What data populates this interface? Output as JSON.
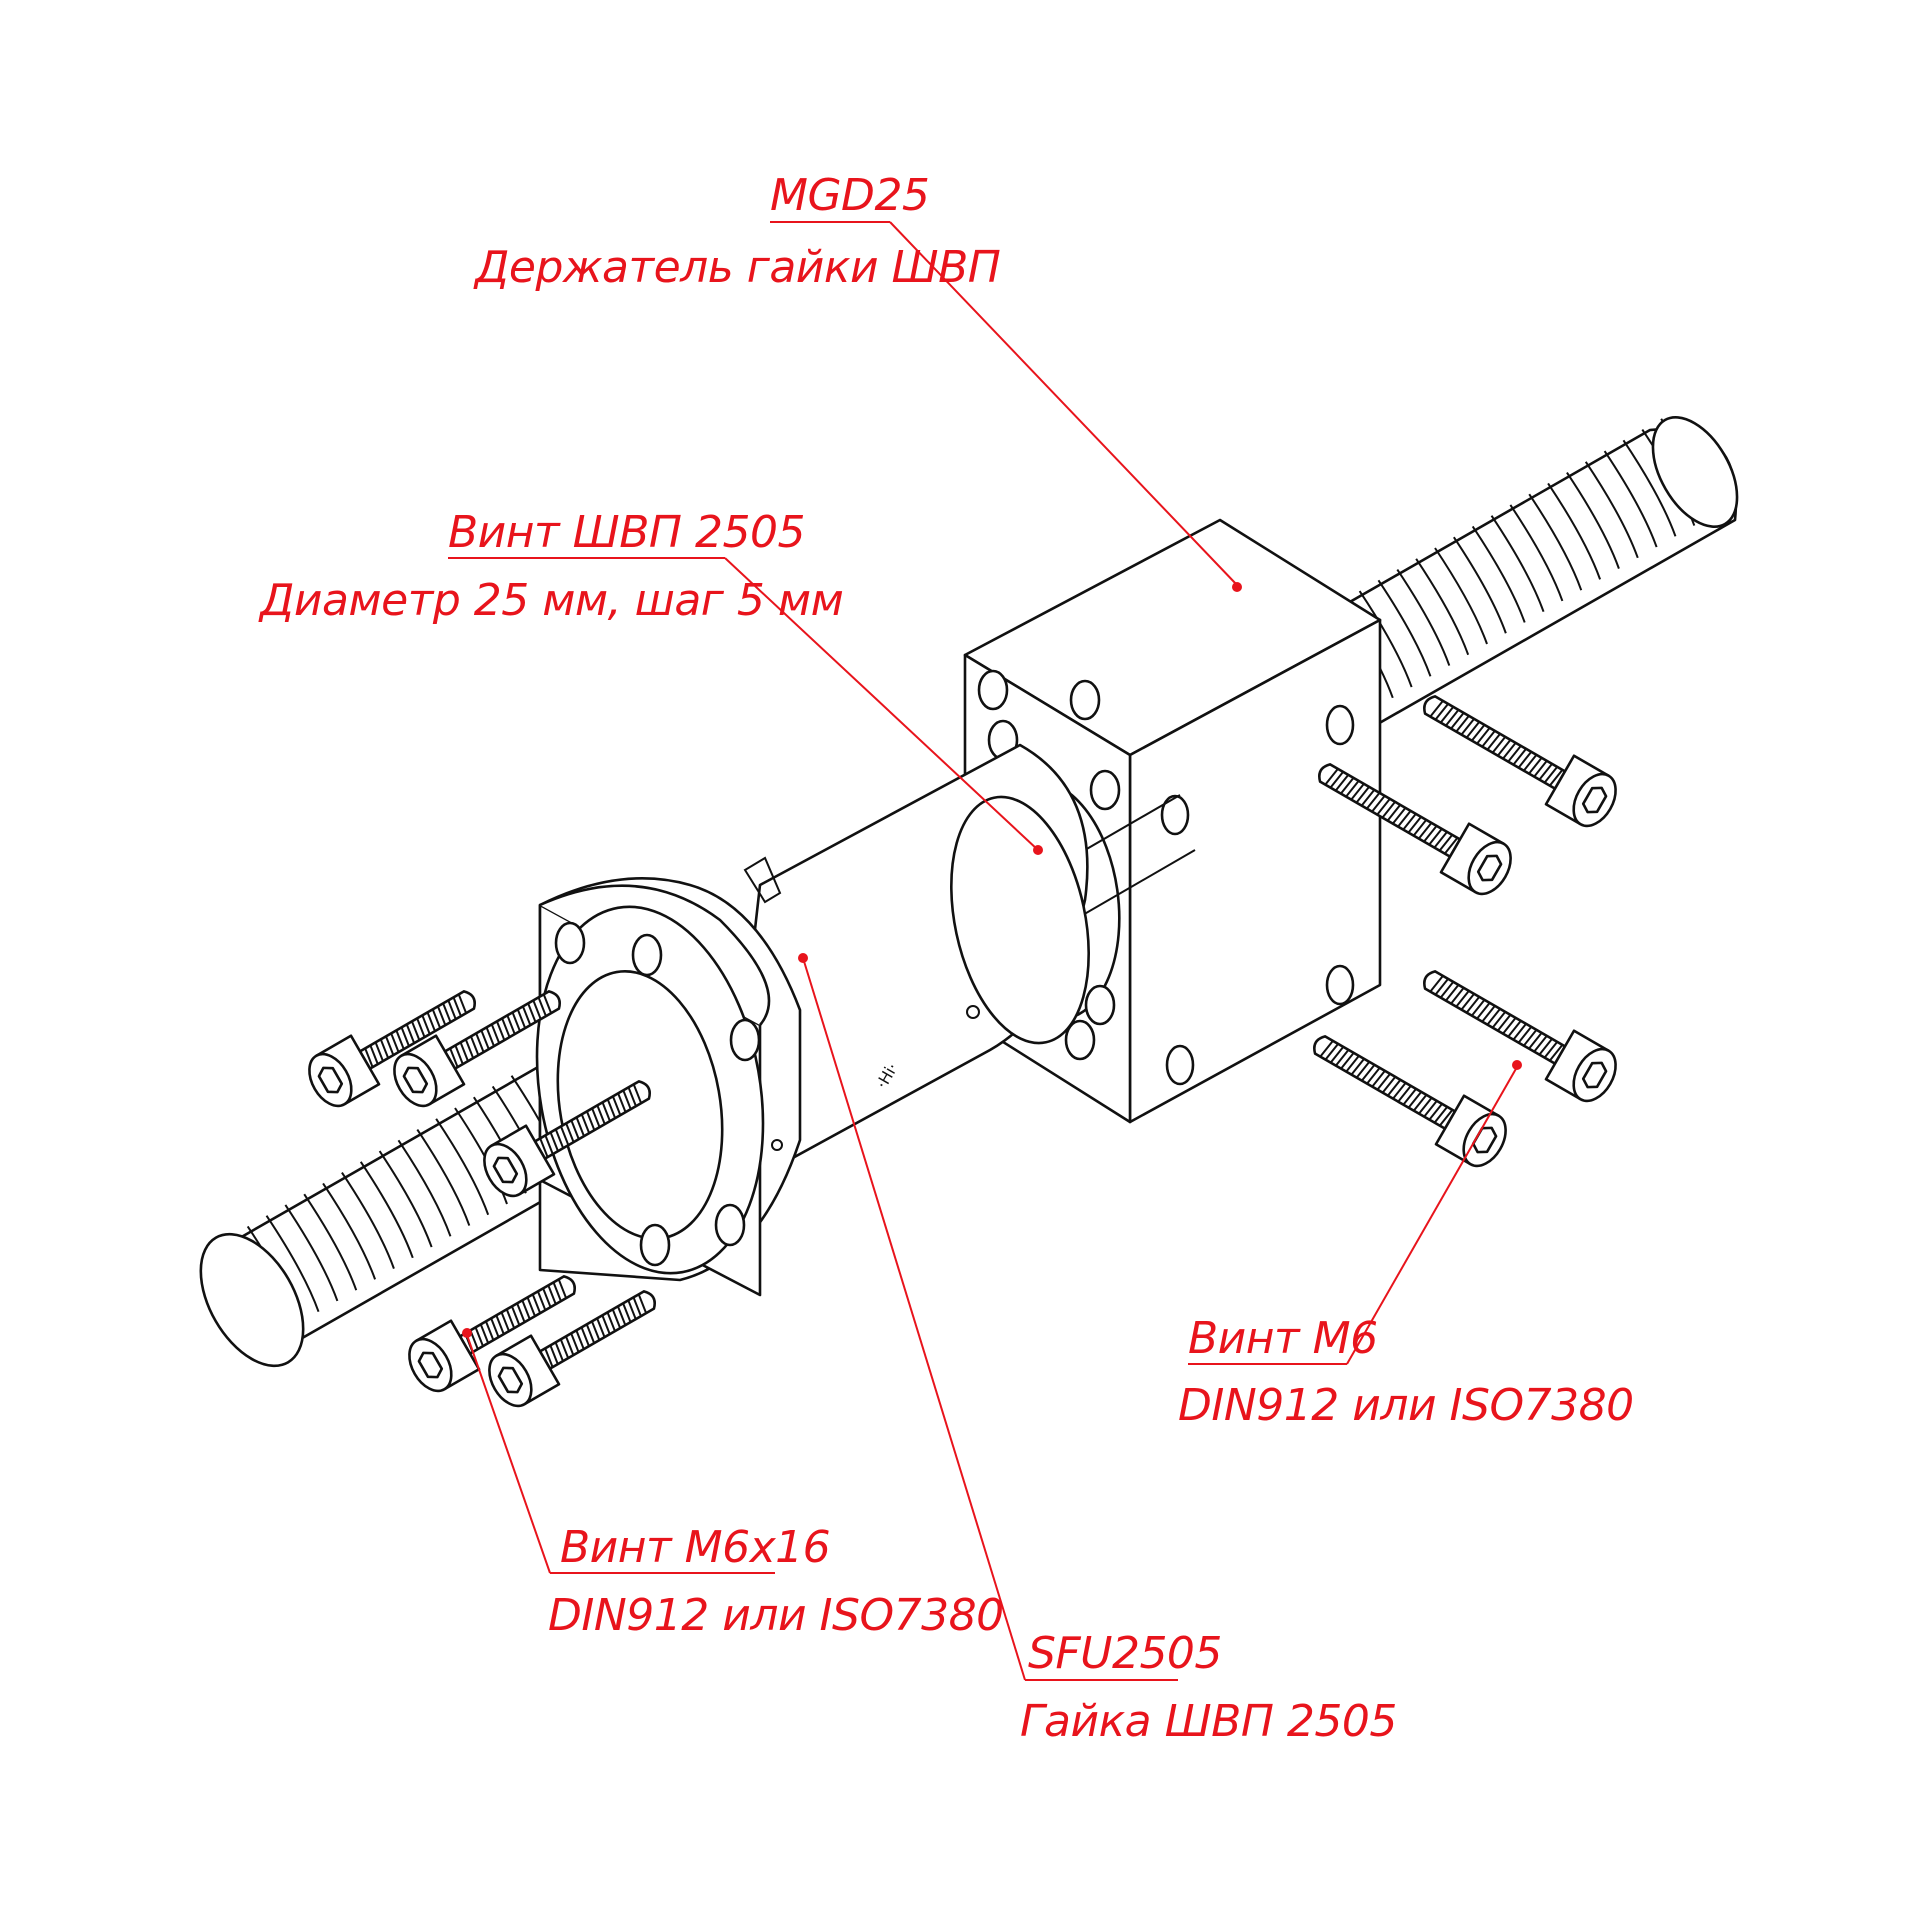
{
  "labels": {
    "holder": {
      "part": "MGD25",
      "desc": "Держатель гайки ШВП"
    },
    "screw": {
      "part": "Винт ШВП 2505",
      "desc": "Диаметр 25 мм, шаг 5 мм"
    },
    "bolt_m6": {
      "part": "Винт М6",
      "desc": "DIN912 или ISO7380"
    },
    "bolt_m6x16": {
      "part": "Винт М6х16",
      "desc": "DIN912 или ISO7380"
    },
    "nut": {
      "part": "SFU2505",
      "desc": "Гайка ШВП 2505"
    }
  },
  "colors": {
    "annotation": "#e8141c",
    "ink": "#111111"
  },
  "icons": {
    "bolt": "socket-head-cap-screw-icon",
    "hex": "hex-socket-icon"
  }
}
